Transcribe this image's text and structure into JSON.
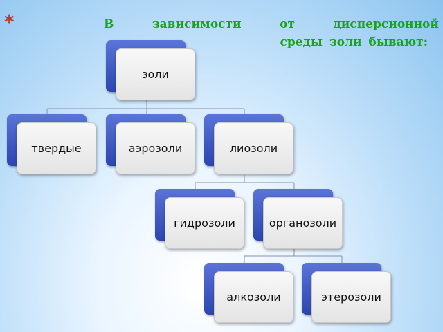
{
  "slide": {
    "bullet": "*",
    "title_line1": "В зависимости от дисперсионной",
    "title_line2": "среды золи бывают:"
  },
  "diagram": {
    "root": "золи",
    "level1": [
      "твердые",
      "аэрозоли",
      "лиозоли"
    ],
    "level2": [
      "гидрозоли",
      "органозоли"
    ],
    "level3": [
      "алкозоли",
      "этерозоли"
    ]
  },
  "colors": {
    "title": "#1aa31a",
    "bullet": "#c0392b",
    "tab": "#3b56c4",
    "card": "#f2f2f2"
  }
}
